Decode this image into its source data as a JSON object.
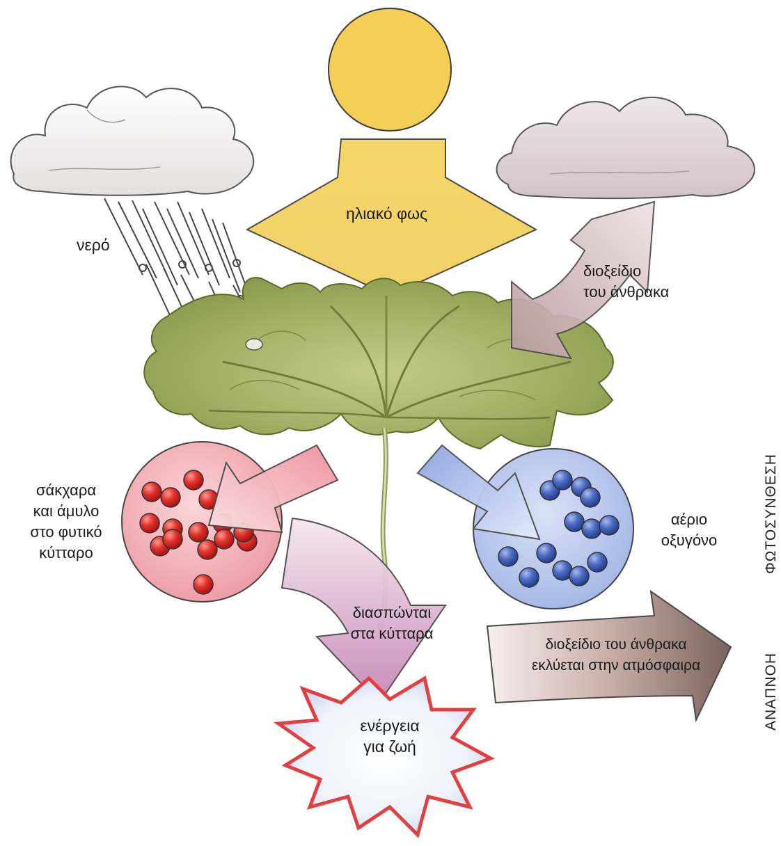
{
  "labels": {
    "sunlight": "ηλιακό φως",
    "water": "νερό",
    "co2_in_line1": "διοξείδιο",
    "co2_in_line2": "του άνθρακα",
    "sugar_line1": "σάκχαρα",
    "sugar_line2": "και άμυλο",
    "sugar_line3": "στο φυτικό",
    "sugar_line4": "κύτταρο",
    "oxygen_line1": "αέριο",
    "oxygen_line2": "οξυγόνο",
    "breakdown_line1": "διασπώνται",
    "breakdown_line2": "στα κύτταρα",
    "energy_line1": "ενέργεια",
    "energy_line2": "για ζωή",
    "co2_out_line1": "διοξείδιο του άνθρακα",
    "co2_out_line2": "εκλύεται στην ατμόσφαιρα"
  },
  "side_labels": {
    "photosynthesis": "ΦΩΤΟΣΥΝΘΕΣΗ",
    "respiration": "ΑΝΑΠΝΟΗ"
  },
  "colors": {
    "sun": "#f5cf55",
    "sun_arrow": "#f2d05e",
    "cloud_left": "#f1efee",
    "cloud_right": "#e3d8dc",
    "leaf": "#a9b56d",
    "leaf_dark": "#7f8f45",
    "sugar_cell": "#f5b9be",
    "sugar_molecule": "#dc2828",
    "oxygen_cell": "#b7c5ea",
    "oxygen_molecule": "#3f5fb7",
    "arrow_pink": "#f3a6b0",
    "arrow_blue": "#a9bbe8",
    "arrow_mauve": "#c9a0b7",
    "arrow_brown_start": "#f4e8e8",
    "arrow_brown_end": "#826a64",
    "burst_outline": "#e04040"
  }
}
